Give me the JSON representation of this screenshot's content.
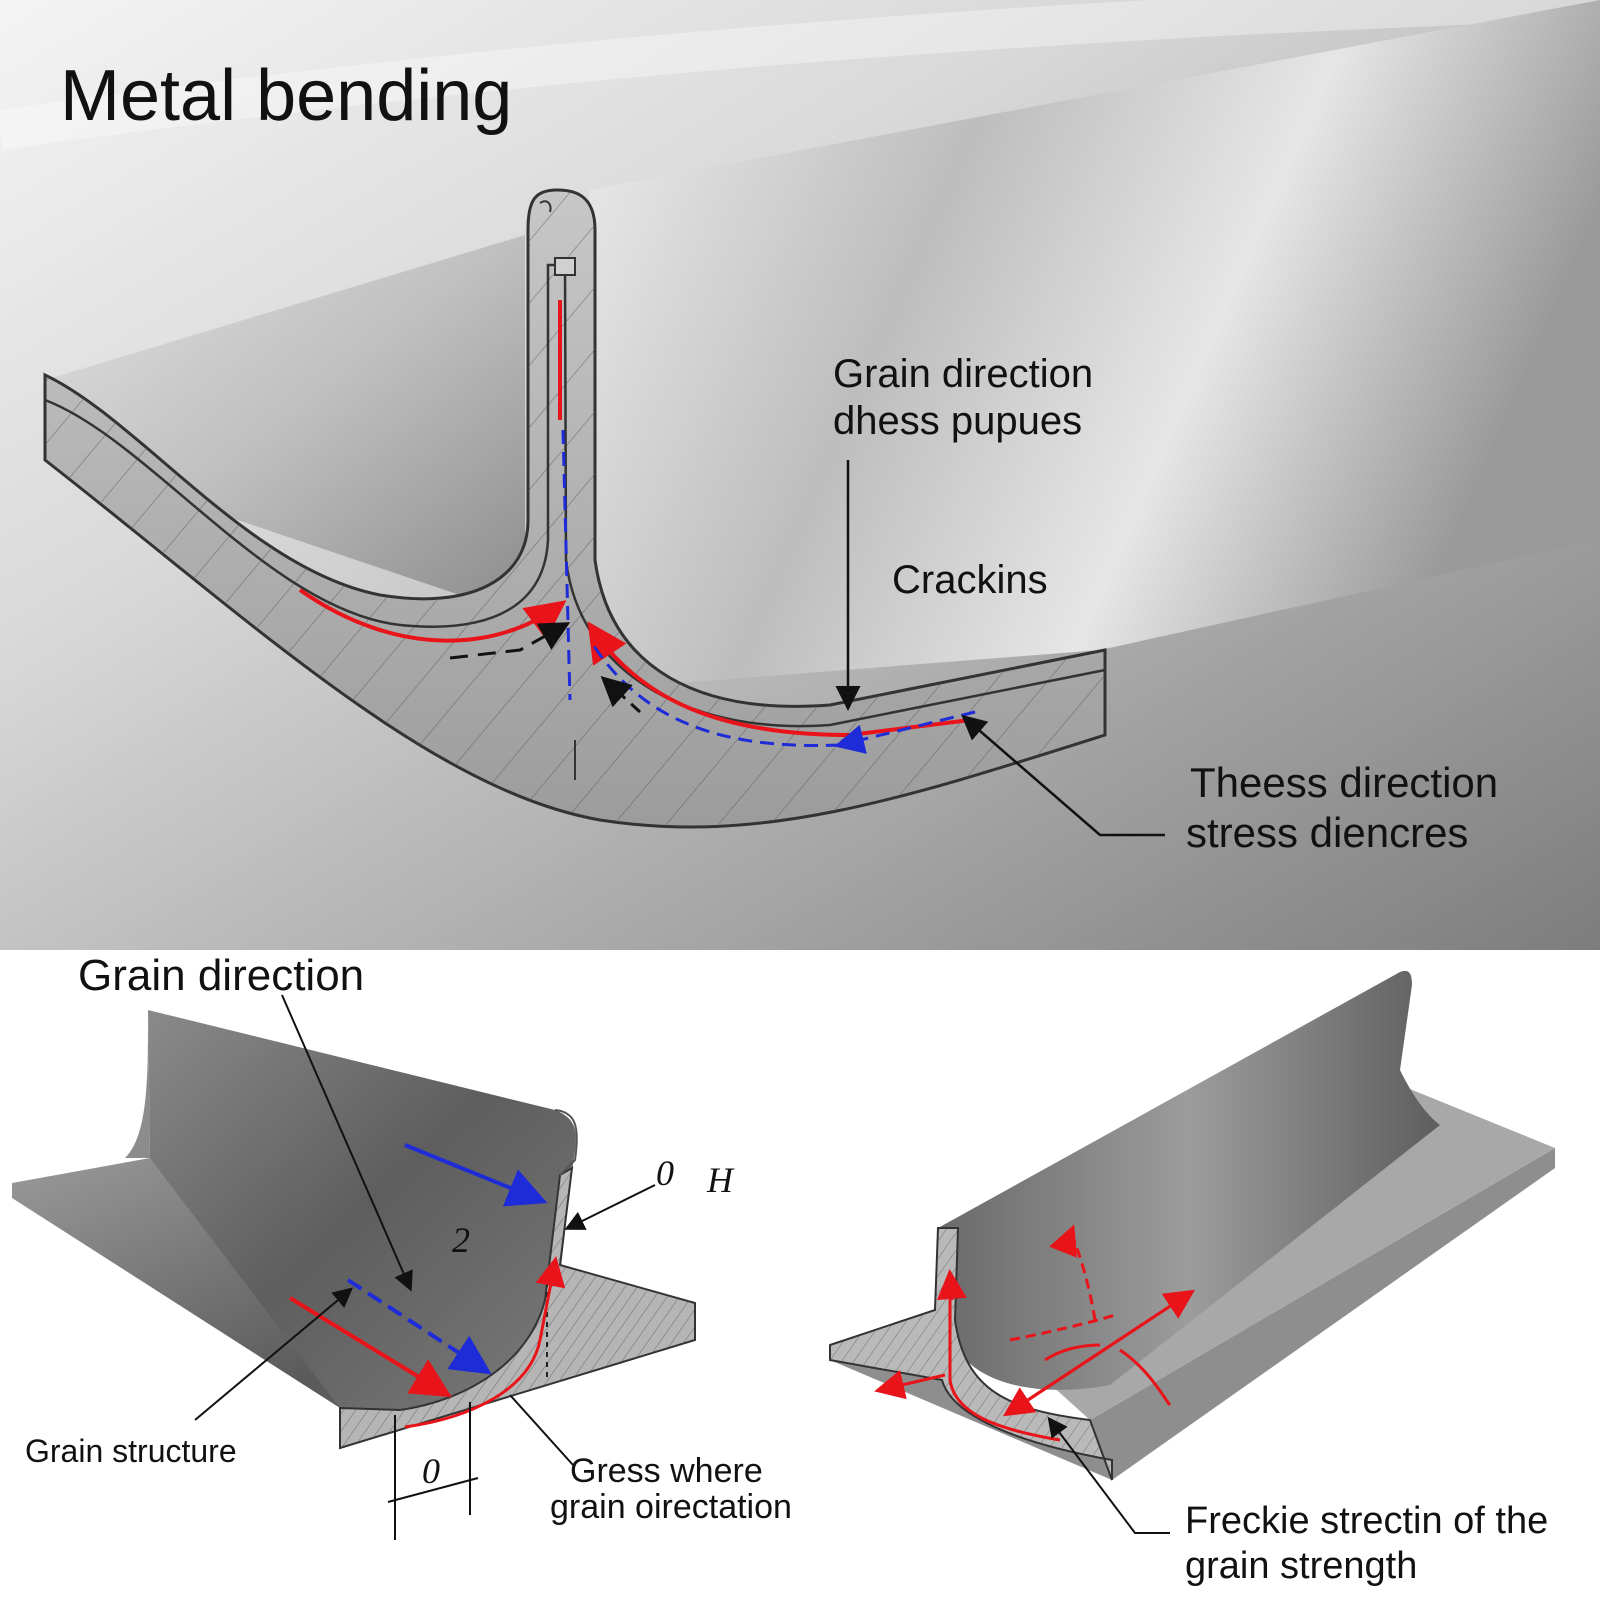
{
  "top_panel": {
    "title": "Metal bending",
    "labels": {
      "grain_direction": [
        "Grain direction",
        "dhess pupues"
      ],
      "cracking": "Crackins",
      "stress_direction": [
        "Theess direction",
        "stress diencres"
      ]
    }
  },
  "bottom_left": {
    "grain_direction": "Grain direction",
    "grain_structure": "Grain structure",
    "where": [
      "Gress where",
      "grain oirectation"
    ],
    "symbol_0_top": "0",
    "symbol_h": "H",
    "symbol_2": "2",
    "symbol_0_bottom": "0"
  },
  "bottom_right": {
    "caption": [
      "Freckie strectin of  the",
      "grain strength"
    ]
  },
  "colors": {
    "tension_arrow": "#e8141a",
    "compression_arrow": "#1d2bd8",
    "metal_dark": "#6e6e6e",
    "metal_light": "#d9d9d9"
  }
}
